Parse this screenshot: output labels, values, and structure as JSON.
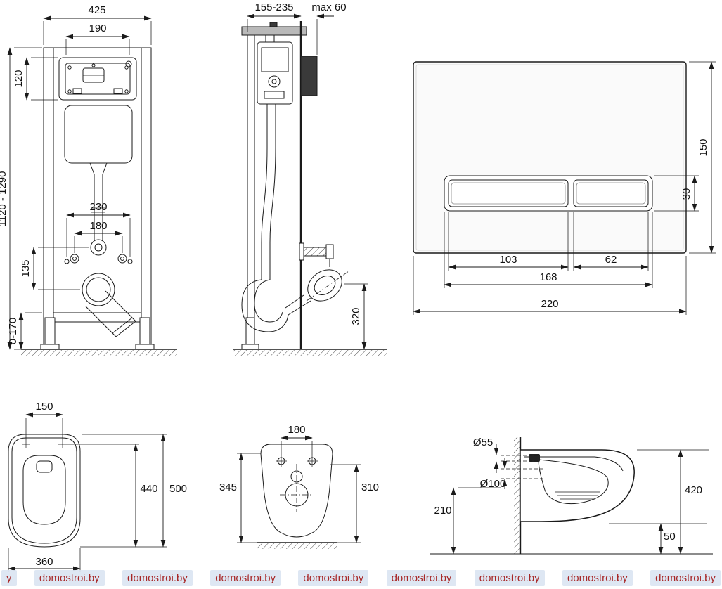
{
  "colors": {
    "line": "#1a1a1a",
    "watermark-text": "#a01616",
    "watermark-bg": "#dce6f3"
  },
  "frame_front": {
    "w425": "425",
    "w190": "190",
    "h120": "120",
    "htotal": "1120 - 1290",
    "w230": "230",
    "w180": "180",
    "h135": "135",
    "feet": "0-170"
  },
  "frame_side": {
    "depth": "155-235",
    "max60": "max 60",
    "h320": "320"
  },
  "flush_plate": {
    "h150": "150",
    "h30": "30",
    "w103": "103",
    "w62": "62",
    "w168": "168",
    "w220": "220"
  },
  "toilet_top": {
    "w150": "150",
    "d440": "440",
    "d500": "500",
    "w360": "360"
  },
  "toilet_back": {
    "w180": "180",
    "h345": "345",
    "h310": "310"
  },
  "toilet_side": {
    "d55": "Ø55",
    "d100": "Ø100",
    "h210": "210",
    "h420": "420",
    "h50": "50"
  },
  "watermark": {
    "partial": "y",
    "text": "domostroi.by"
  }
}
